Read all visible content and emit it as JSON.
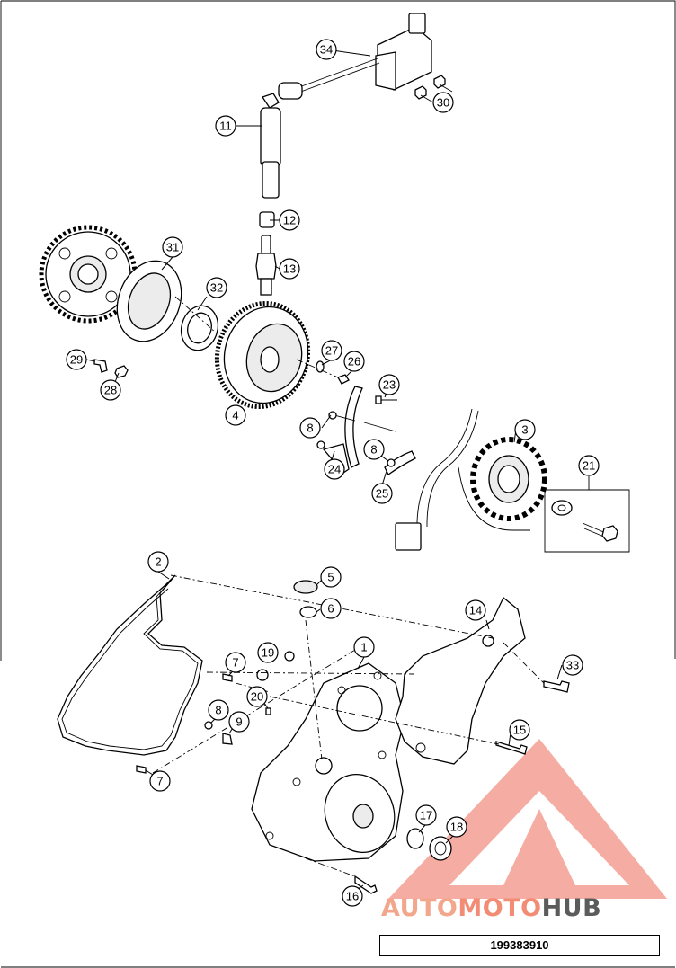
{
  "diagram": {
    "document_number": "199383910",
    "callouts": [
      "34",
      "30",
      "11",
      "12",
      "13",
      "31",
      "32",
      "29",
      "28",
      "27",
      "26",
      "23",
      "4",
      "8",
      "24",
      "8",
      "25",
      "3",
      "21",
      "2",
      "5",
      "6",
      "14",
      "7",
      "19",
      "1",
      "33",
      "8",
      "9",
      "20",
      "15",
      "7",
      "17",
      "18",
      "16"
    ]
  },
  "watermark": {
    "part_a": "AUTO",
    "part_b": "MOTO",
    "part_c": "HUB",
    "colors": {
      "light": "#f2a68b",
      "salmon": "#f38c75",
      "dark": "#5b5b5b"
    }
  }
}
